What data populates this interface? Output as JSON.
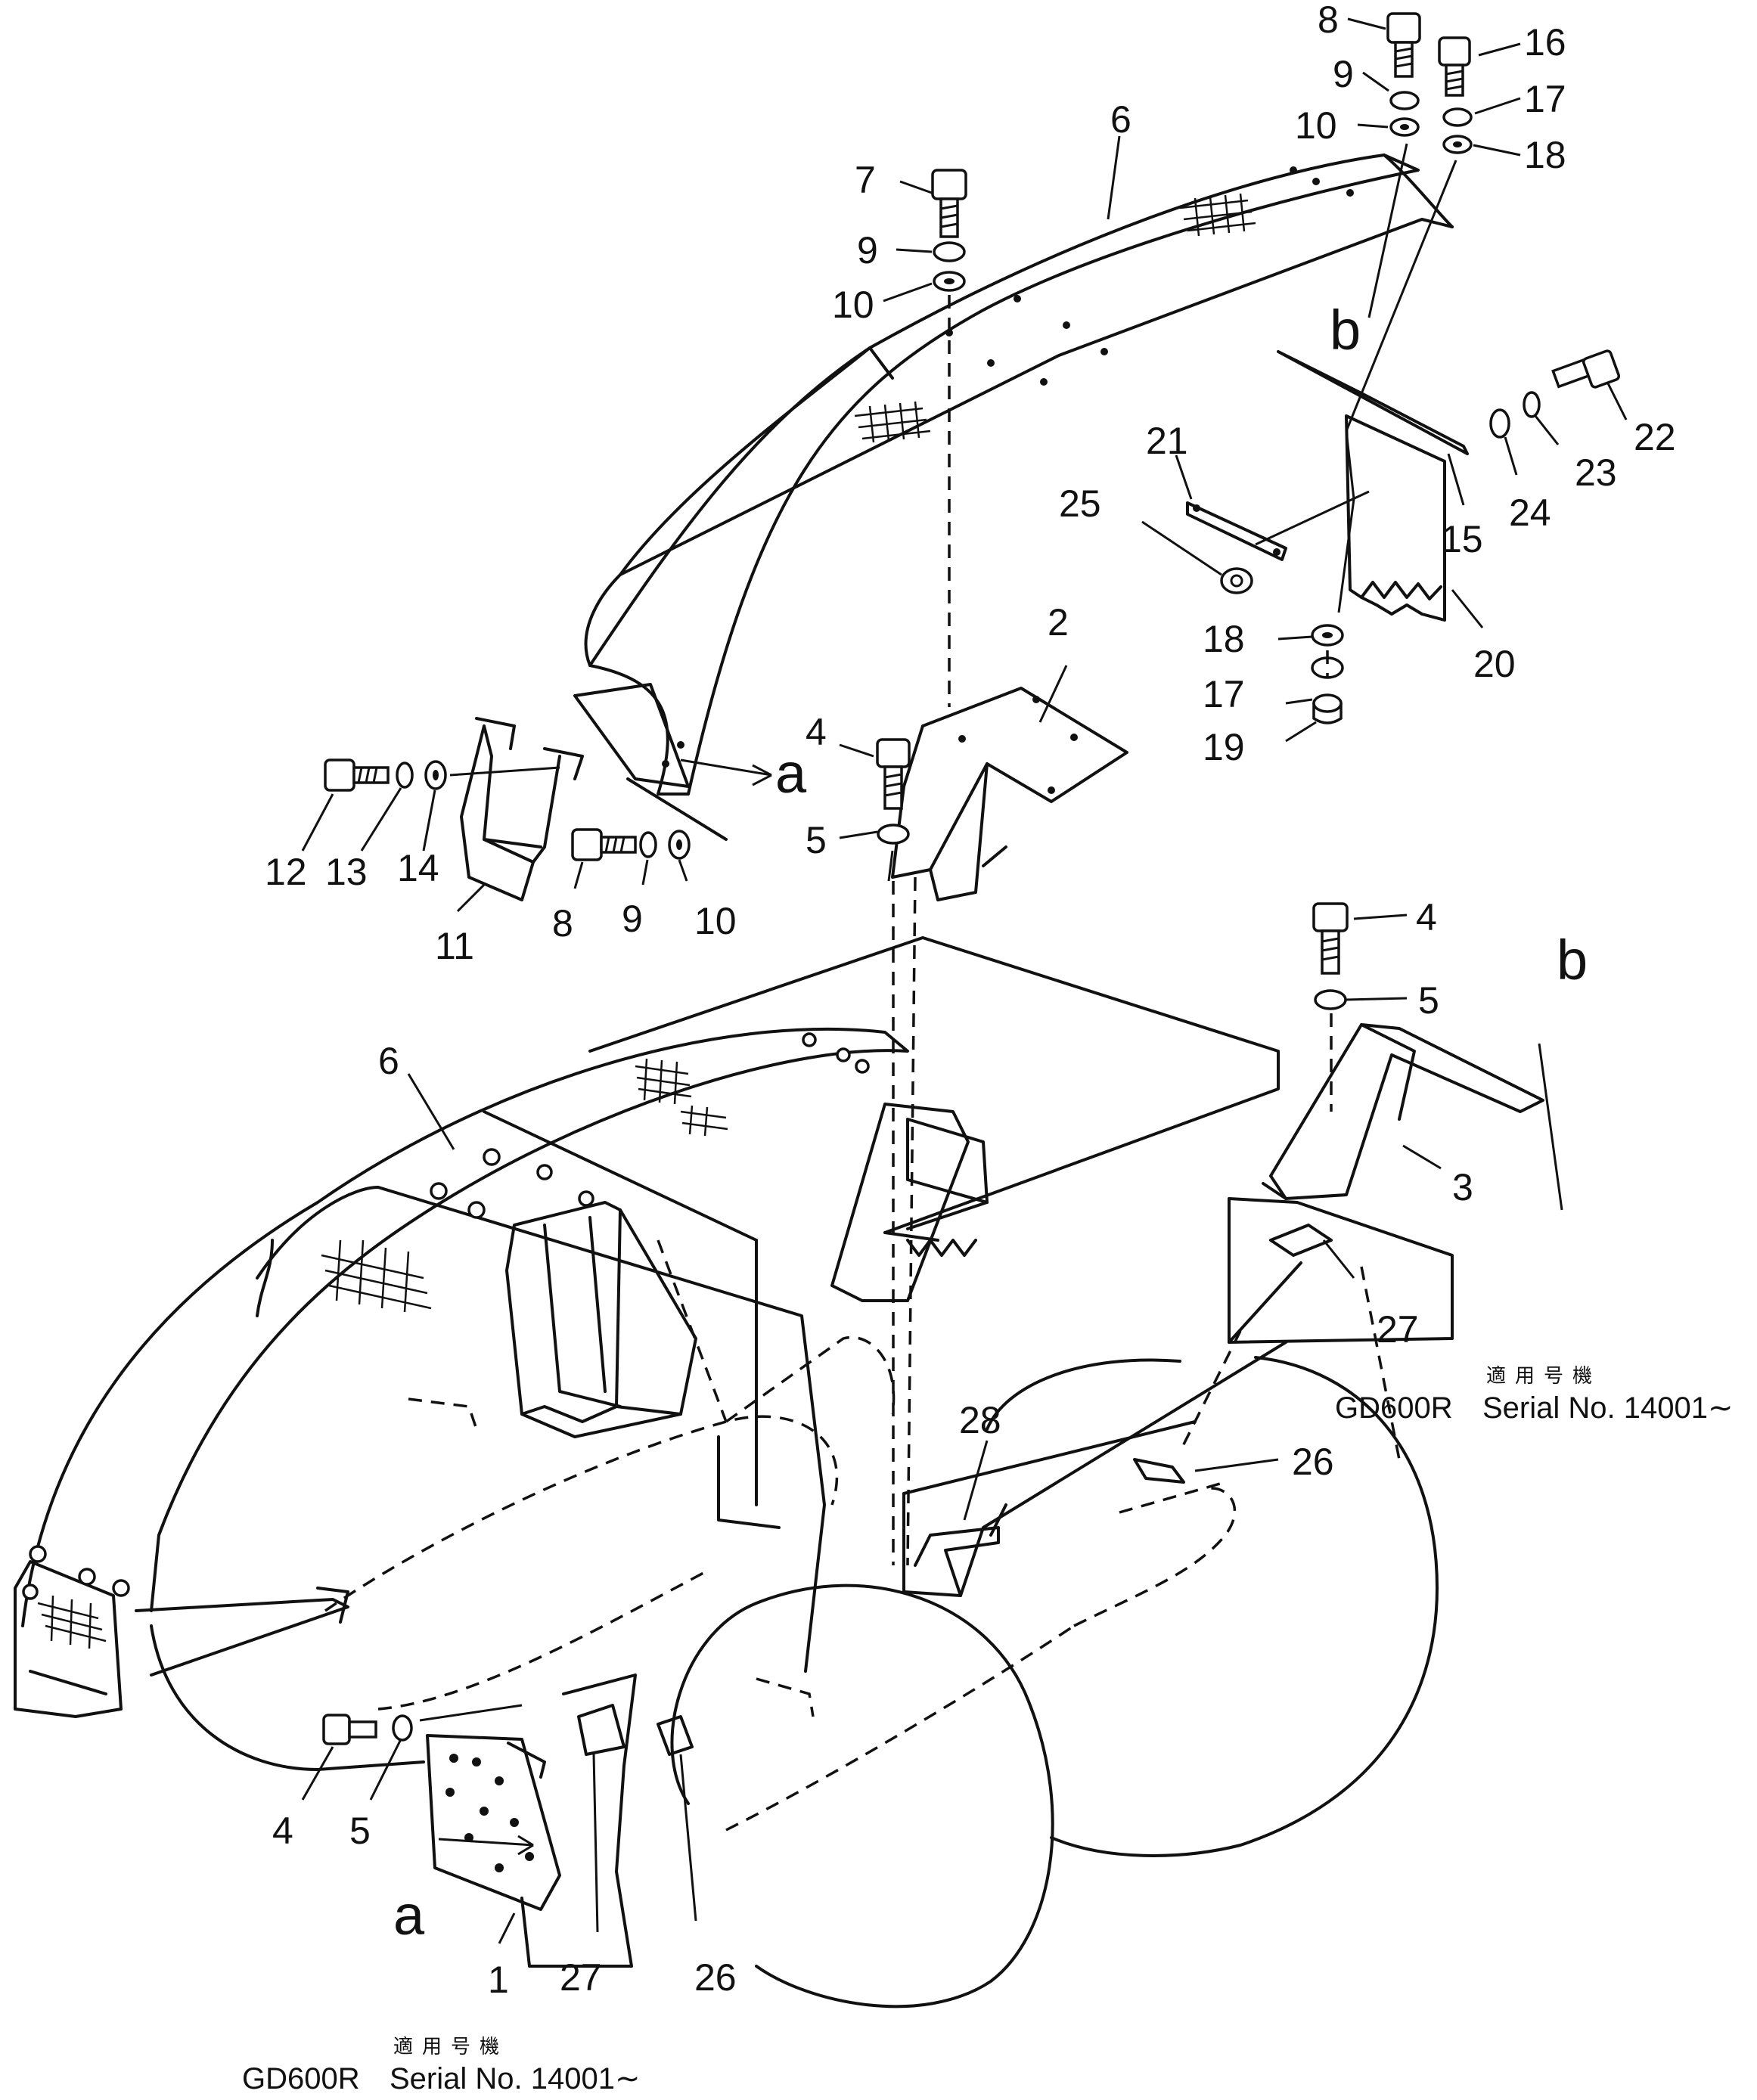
{
  "diagram": {
    "callouts": [
      {
        "id": "c1",
        "label": "1"
      },
      {
        "id": "c2",
        "label": "2"
      },
      {
        "id": "c3",
        "label": "3"
      },
      {
        "id": "c4a",
        "label": "4"
      },
      {
        "id": "c4b",
        "label": "4"
      },
      {
        "id": "c4c",
        "label": "4"
      },
      {
        "id": "c5a",
        "label": "5"
      },
      {
        "id": "c5b",
        "label": "5"
      },
      {
        "id": "c5c",
        "label": "5"
      },
      {
        "id": "c6a",
        "label": "6"
      },
      {
        "id": "c6b",
        "label": "6"
      },
      {
        "id": "c7",
        "label": "7"
      },
      {
        "id": "c8a",
        "label": "8"
      },
      {
        "id": "c8b",
        "label": "8"
      },
      {
        "id": "c9a",
        "label": "9"
      },
      {
        "id": "c9b",
        "label": "9"
      },
      {
        "id": "c9c",
        "label": "9"
      },
      {
        "id": "c10a",
        "label": "10"
      },
      {
        "id": "c10b",
        "label": "10"
      },
      {
        "id": "c10c",
        "label": "10"
      },
      {
        "id": "c11",
        "label": "11"
      },
      {
        "id": "c12",
        "label": "12"
      },
      {
        "id": "c13",
        "label": "13"
      },
      {
        "id": "c14",
        "label": "14"
      },
      {
        "id": "c15",
        "label": "15"
      },
      {
        "id": "c16",
        "label": "16"
      },
      {
        "id": "c17a",
        "label": "17"
      },
      {
        "id": "c17b",
        "label": "17"
      },
      {
        "id": "c18a",
        "label": "18"
      },
      {
        "id": "c18b",
        "label": "18"
      },
      {
        "id": "c19",
        "label": "19"
      },
      {
        "id": "c20",
        "label": "20"
      },
      {
        "id": "c21",
        "label": "21"
      },
      {
        "id": "c22",
        "label": "22"
      },
      {
        "id": "c23",
        "label": "23"
      },
      {
        "id": "c24",
        "label": "24"
      },
      {
        "id": "c25",
        "label": "25"
      },
      {
        "id": "c26a",
        "label": "26"
      },
      {
        "id": "c26b",
        "label": "26"
      },
      {
        "id": "c27a",
        "label": "27"
      },
      {
        "id": "c27b",
        "label": "27"
      },
      {
        "id": "c28",
        "label": "28"
      }
    ],
    "refs": {
      "a_top": "a",
      "a_bottom": "a",
      "b_top": "b",
      "b_right": "b"
    },
    "notes": {
      "right": {
        "jp": "適用号機",
        "model": "GD600R",
        "serial": "Serial No. 14001∼"
      },
      "bottom": {
        "jp": "適用号機",
        "model": "GD600R",
        "serial": "Serial No. 14001∼"
      }
    }
  }
}
